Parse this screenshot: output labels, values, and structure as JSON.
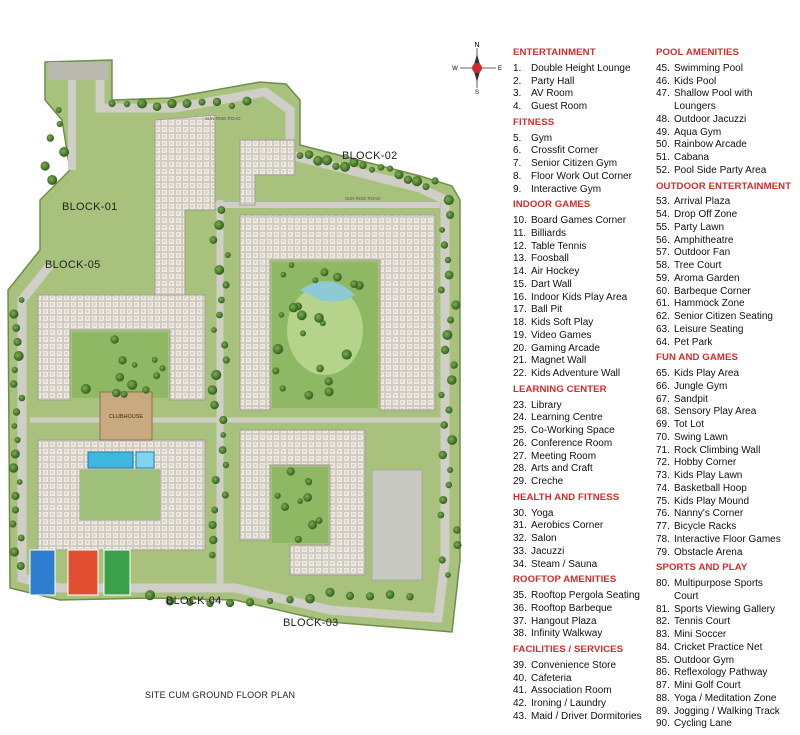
{
  "compass": {
    "n": "N",
    "s": "S",
    "e": "E",
    "w": "W"
  },
  "blocks": {
    "b01": "BLOCK-01",
    "b02": "BLOCK-02",
    "b03": "BLOCK-03",
    "b04": "BLOCK-04",
    "b05": "BLOCK-05"
  },
  "map_labels": {
    "clubhouse": "CLUBHOUSE",
    "road_top": "SUN RISE ROAD",
    "road_mid": "SUN RISE ROAD"
  },
  "plan_title": "SITE CUM GROUND FLOOR PLAN",
  "colors": {
    "heading": "#d22b2b",
    "grass": "#6f9a4b",
    "tree": "#3f6f2b",
    "road": "#c9c9c3",
    "building": "#e6e3dc"
  },
  "legend_col1": [
    {
      "title": "ENTERTAINMENT",
      "items": [
        {
          "n": "1.",
          "t": "Double Height Lounge"
        },
        {
          "n": "2.",
          "t": "Party  Hall"
        },
        {
          "n": "3.",
          "t": "AV Room"
        },
        {
          "n": "4.",
          "t": "Guest Room"
        }
      ]
    },
    {
      "title": "FITNESS",
      "items": [
        {
          "n": "5.",
          "t": "Gym"
        },
        {
          "n": "6.",
          "t": "Crossfit Corner"
        },
        {
          "n": "7.",
          "t": "Senior Citizen Gym"
        },
        {
          "n": "8.",
          "t": "Floor Work Out Corner"
        },
        {
          "n": "9.",
          "t": "Interactive Gym"
        }
      ]
    },
    {
      "title": "INDOOR GAMES",
      "items": [
        {
          "n": "10.",
          "t": "Board Games Corner"
        },
        {
          "n": "11.",
          "t": "Billiards"
        },
        {
          "n": "12.",
          "t": "Table Tennis"
        },
        {
          "n": "13.",
          "t": "Foosball"
        },
        {
          "n": "14.",
          "t": "Air Hockey"
        },
        {
          "n": "15.",
          "t": "Dart Wall"
        },
        {
          "n": "16.",
          "t": "Indoor Kids Play Area"
        },
        {
          "n": "17.",
          "t": "Ball Pit"
        },
        {
          "n": "18.",
          "t": "Kids Soft Play"
        },
        {
          "n": "19.",
          "t": "Video Games"
        },
        {
          "n": "20.",
          "t": "Gaming Arcade"
        },
        {
          "n": "21.",
          "t": "Magnet Wall"
        },
        {
          "n": "22.",
          "t": "Kids Adventure Wall"
        }
      ]
    },
    {
      "title": "LEARNING CENTER",
      "items": [
        {
          "n": "23.",
          "t": "Library"
        },
        {
          "n": "24.",
          "t": "Learning Centre"
        },
        {
          "n": "25.",
          "t": "Co-Working Space"
        },
        {
          "n": "26.",
          "t": "Conference Room"
        },
        {
          "n": "27.",
          "t": "Meeting Room"
        },
        {
          "n": "28.",
          "t": "Arts and Craft"
        },
        {
          "n": "29.",
          "t": "Creche"
        }
      ]
    },
    {
      "title": "HEALTH AND FITNESS",
      "items": [
        {
          "n": "30.",
          "t": "Yoga"
        },
        {
          "n": "31.",
          "t": "Aerobics Corner"
        },
        {
          "n": "32.",
          "t": "Salon"
        },
        {
          "n": "33.",
          "t": "Jacuzzi"
        },
        {
          "n": "34.",
          "t": "Steam / Sauna"
        }
      ]
    },
    {
      "title": "ROOFTOP AMENITIES",
      "items": [
        {
          "n": "35.",
          "t": "Rooftop Pergola Seating"
        },
        {
          "n": "36.",
          "t": "Rooftop Barbeque"
        },
        {
          "n": "37.",
          "t": "Hangout Plaza"
        },
        {
          "n": "38.",
          "t": "Infinity Walkway"
        }
      ]
    },
    {
      "title": "FACILITIES / SERVICES",
      "items": [
        {
          "n": "39.",
          "t": "Convenience Store"
        },
        {
          "n": "40.",
          "t": "Cafeteria"
        },
        {
          "n": "41.",
          "t": "Association Room"
        },
        {
          "n": "42.",
          "t": "Ironing / Laundry"
        },
        {
          "n": "43.",
          "t": "Maid / Driver Dormitories"
        }
      ]
    }
  ],
  "legend_col2": [
    {
      "title": "POOL AMENITIES",
      "items": [
        {
          "n": "45.",
          "t": "Swimming Pool"
        },
        {
          "n": "46.",
          "t": "Kids Pool"
        },
        {
          "n": "47.",
          "t": "Shallow Pool with"
        },
        {
          "n": "",
          "t": "Loungers"
        },
        {
          "n": "48.",
          "t": "Outdoor Jacuzzi"
        },
        {
          "n": "49.",
          "t": "Aqua Gym"
        },
        {
          "n": "50.",
          "t": "Rainbow Arcade"
        },
        {
          "n": "51.",
          "t": "Cabana"
        },
        {
          "n": "52.",
          "t": "Pool Side Party Area"
        }
      ]
    },
    {
      "title": "OUTDOOR ENTERTAINMENT",
      "items": [
        {
          "n": "53.",
          "t": "Arrival Plaza"
        },
        {
          "n": "54.",
          "t": "Drop Off Zone"
        },
        {
          "n": "55.",
          "t": "Party Lawn"
        },
        {
          "n": "56.",
          "t": "Amphitheatre"
        },
        {
          "n": "57.",
          "t": "Outdoor Fan"
        },
        {
          "n": "58.",
          "t": "Tree Court"
        },
        {
          "n": "59.",
          "t": "Aroma Garden"
        },
        {
          "n": "60.",
          "t": "Barbeque Corner"
        },
        {
          "n": "61.",
          "t": "Hammock Zone"
        },
        {
          "n": "62.",
          "t": "Senior Citizen Seating"
        },
        {
          "n": "63.",
          "t": "Leisure Seating"
        },
        {
          "n": "64.",
          "t": "Pet Park"
        }
      ]
    },
    {
      "title": "FUN AND GAMES",
      "items": [
        {
          "n": "65.",
          "t": "Kids Play Area"
        },
        {
          "n": "66.",
          "t": "Jungle Gym"
        },
        {
          "n": "67.",
          "t": "Sandpit"
        },
        {
          "n": "68.",
          "t": "Sensory Play Area"
        },
        {
          "n": "69.",
          "t": "Tot Lot"
        },
        {
          "n": "70.",
          "t": "Swing Lawn"
        },
        {
          "n": "71.",
          "t": "Rock Climbing Wall"
        },
        {
          "n": "72.",
          "t": "Hobby Corner"
        },
        {
          "n": "73.",
          "t": "Kids Play Lawn"
        },
        {
          "n": "74.",
          "t": "Basketball Hoop"
        },
        {
          "n": "75.",
          "t": "Kids Play Mound"
        },
        {
          "n": "76.",
          "t": "Nanny's Corner"
        },
        {
          "n": "77.",
          "t": "Bicycle Racks"
        },
        {
          "n": "78.",
          "t": "Interactive Floor Games"
        },
        {
          "n": "79.",
          "t": "Obstacle Arena"
        }
      ]
    },
    {
      "title": "SPORTS AND PLAY",
      "items": [
        {
          "n": "80.",
          "t": "Multipurpose Sports"
        },
        {
          "n": "",
          "t": "Court"
        },
        {
          "n": "81.",
          "t": "Sports Viewing Gallery"
        },
        {
          "n": "82.",
          "t": "Tennis Court"
        },
        {
          "n": "83.",
          "t": "Mini Soccer"
        },
        {
          "n": "84.",
          "t": "Cricket Practice Net"
        },
        {
          "n": "85.",
          "t": "Outdoor Gym"
        },
        {
          "n": "86.",
          "t": "Reflexology Pathway"
        },
        {
          "n": "87.",
          "t": "Mini Golf Court"
        },
        {
          "n": "88.",
          "t": "Yoga / Meditation Zone"
        },
        {
          "n": "89.",
          "t": "Jogging / Walking Track"
        },
        {
          "n": "90.",
          "t": "Cycling Lane"
        }
      ]
    }
  ]
}
